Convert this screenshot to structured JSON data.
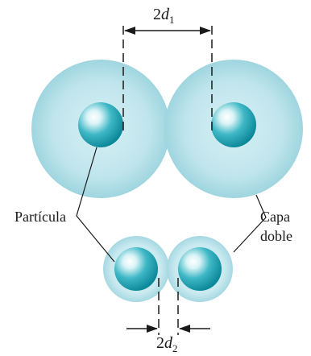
{
  "labels": {
    "top_dimension": {
      "coef": "2",
      "var": "d",
      "sub": "1"
    },
    "bottom_dimension": {
      "coef": "2",
      "var": "d",
      "sub": "2"
    },
    "particle": "Partícula",
    "double_layer_line1": "Capa",
    "double_layer_line2": "doble"
  },
  "colors": {
    "outer_layer": "#b6e0e8",
    "outer_layer_edge": "#8ccbd8",
    "particle_core": "#149fae",
    "particle_highlight": "#ffffff",
    "line": "#1a1a1a"
  }
}
